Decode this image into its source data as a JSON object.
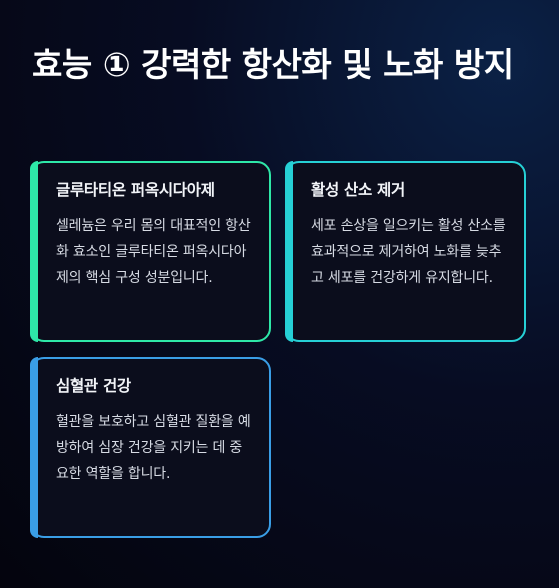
{
  "page": {
    "title": "효능 ① 강력한 항산화 및 노화 방지"
  },
  "cards": [
    {
      "title": "글루타티온 퍼옥시다아제",
      "description": "셀레늄은 우리 몸의 대표적인 항산화 효소인 글루타티온 퍼옥시다아제의 핵심 구성 성분입니다.",
      "accent_color": "#2ee8a8"
    },
    {
      "title": "활성 산소 제거",
      "description": "세포 손상을 일으키는 활성 산소를 효과적으로 제거하여 노화를 늦추고 세포를 건강하게 유지합니다.",
      "accent_color": "#26d0d6"
    },
    {
      "title": "심혈관 건강",
      "description": "혈관을 보호하고 심혈관 질환을 예방하여 심장 건강을 지키는 데 중요한 역할을 합니다.",
      "accent_color": "#3a9ee6"
    }
  ]
}
